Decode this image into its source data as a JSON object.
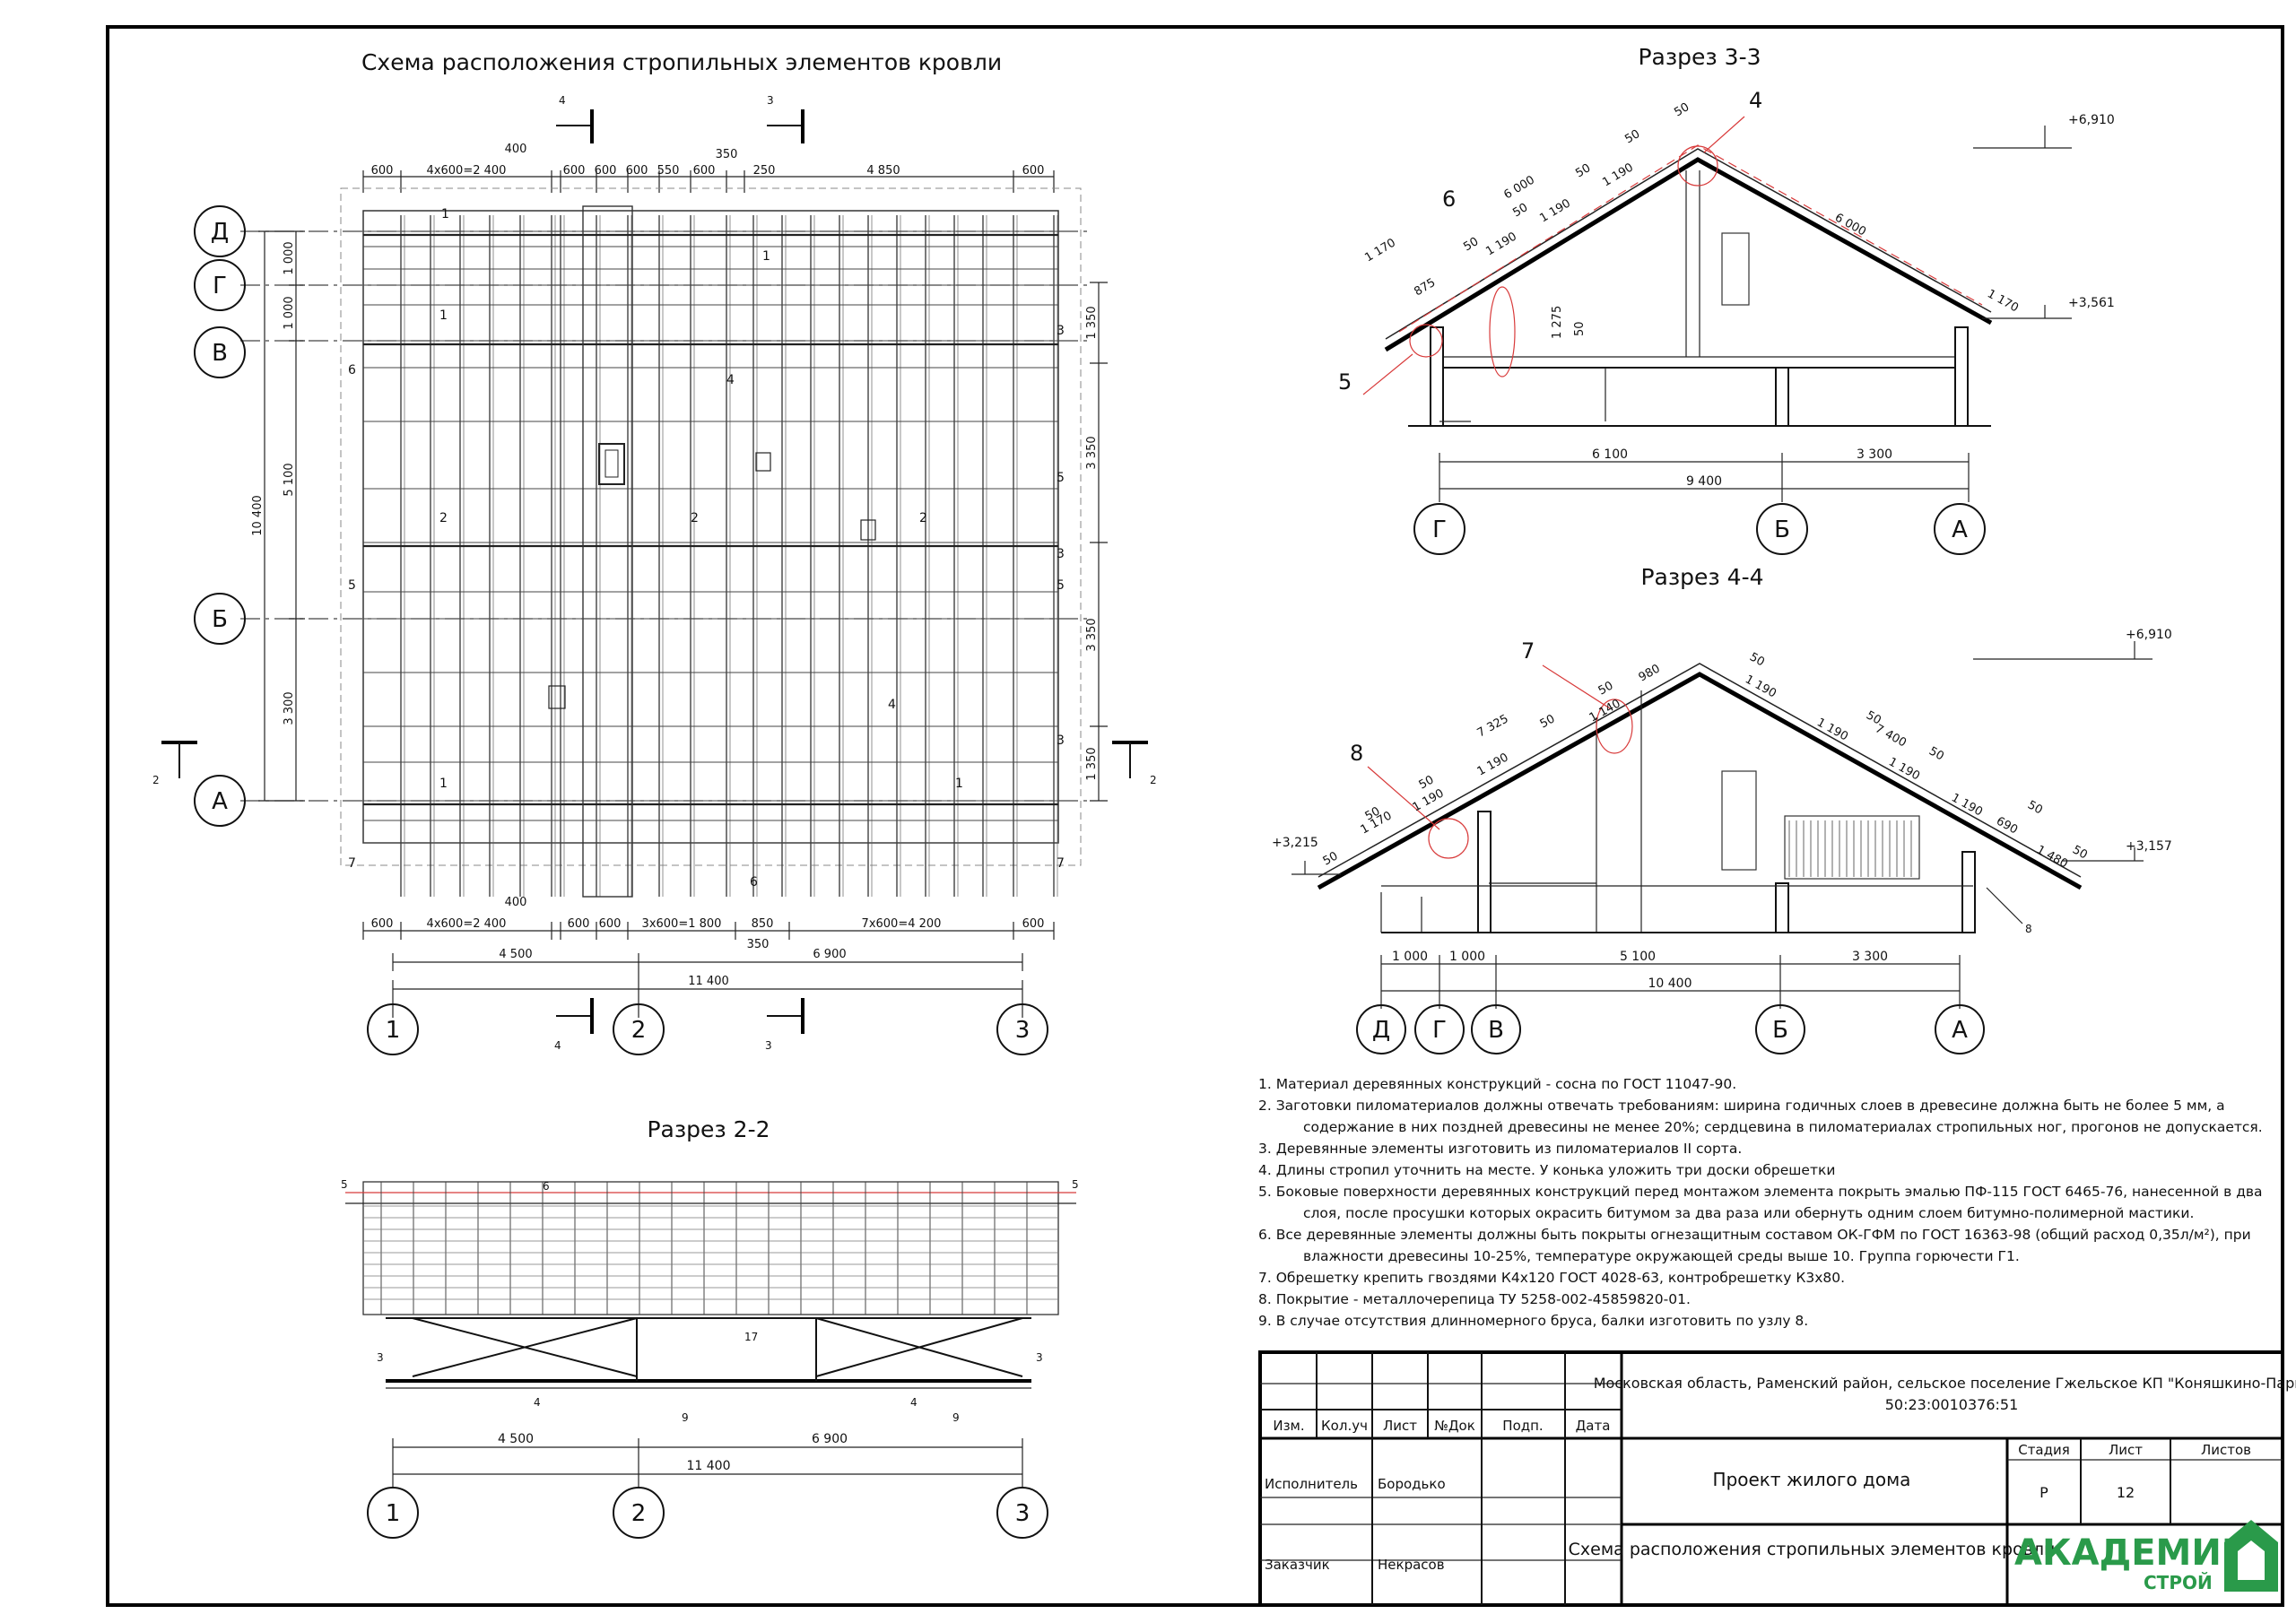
{
  "plan": {
    "title": "Схема расположения стропильных элементов кровли",
    "section_marks": {
      "s4": "4",
      "s3": "3",
      "s2": "2"
    },
    "axes_letters": [
      "Д",
      "Г",
      "В",
      "Б",
      "А"
    ],
    "axes_numbers": [
      "1",
      "2",
      "3"
    ],
    "dims_top": [
      "600",
      "4х600=2 400",
      "400",
      "600",
      "600",
      "600",
      "550",
      "600",
      "350",
      "250",
      "4 850",
      "600"
    ],
    "dims_bottom": [
      "600",
      "4х600=2 400",
      "400",
      "600",
      "600",
      "3х600=1 800",
      "850",
      "350",
      "7х600=4 200",
      "600"
    ],
    "dims_bottom_2": [
      "4 500",
      "6 900"
    ],
    "dims_bottom_total": "11 400",
    "dims_left": [
      "1 000",
      "1 000",
      "5 100",
      "3 300"
    ],
    "dims_left_total": "10 400",
    "dims_right": [
      "1 350",
      "3 350",
      "3 350",
      "1 350"
    ],
    "markers": [
      "1",
      "2",
      "3",
      "4",
      "5",
      "6",
      "7"
    ]
  },
  "section33": {
    "title": "Разрез 3-3",
    "marks": {
      "top": "+6,910",
      "eave": "+3,561"
    },
    "callouts": [
      "4",
      "6",
      "5"
    ],
    "dims_left_slope": [
      "6 000",
      "1 170",
      "875",
      "50",
      "1 190",
      "1 190",
      "1 190",
      "50",
      "50",
      "50",
      "50"
    ],
    "dims_right_slope": [
      "6 000",
      "1 170"
    ],
    "dim_vertical": "1 275",
    "dim_vertical_small": "50",
    "dims_bottom": [
      "6 100",
      "3 300"
    ],
    "dims_total": "9 400",
    "axes": [
      "Г",
      "Б",
      "А"
    ]
  },
  "section44": {
    "title": "Разрез 4-4",
    "marks": {
      "top": "+6,910",
      "left": "+3,215",
      "right": "+3,157"
    },
    "callouts": [
      "7",
      "8"
    ],
    "dims_left_slope": [
      "7 325",
      "1 170",
      "1 190",
      "1 190",
      "1 140",
      "980",
      "50",
      "50",
      "50",
      "50",
      "50"
    ],
    "dims_right_slope": [
      "7 400",
      "1 190",
      "1 190",
      "1 190",
      "1 190",
      "690",
      "1 480",
      "50",
      "50",
      "50",
      "50",
      "50"
    ],
    "dims_bottom": [
      "1 000",
      "1 000",
      "5 100",
      "3 300"
    ],
    "dims_total": "10 400",
    "axes": [
      "Д",
      "Г",
      "В",
      "Б",
      "А"
    ],
    "small_label": "8"
  },
  "section22": {
    "title": "Разрез 2-2",
    "labels": [
      "5",
      "6",
      "5",
      "3",
      "17",
      "3",
      "4",
      "9",
      "4",
      "9"
    ],
    "dims": [
      "4 500",
      "6 900"
    ],
    "dims_total": "11 400",
    "axes": [
      "1",
      "2",
      "3"
    ]
  },
  "notes": [
    "1. Материал деревянных конструкций - сосна по ГОСТ 11047-90.",
    "2. Заготовки пиломатериалов должны отвечать требованиям: ширина годичных слоев в древесине должна быть не более 5 мм, а",
    "содержание в них поздней древесины не менее 20%; сердцевина в пиломатериалах стропильных ног, прогонов не допускается.",
    "3. Деревянные элементы изготовить из пиломатериалов II сорта.",
    "4. Длины стропил уточнить на месте. У конька уложить три доски обрешетки",
    "5. Боковые поверхности деревянных конструкций перед монтажом элемента покрыть эмалью ПФ-115 ГОСТ 6465-76, нанесенной в два",
    "слоя, после просушки которых окрасить битумом за два раза или  обернуть одним слоем битумно-полимерной мастики.",
    "6. Все деревянные элементы должны быть покрыты огнезащитным составом ОК-ГФМ по ГОСТ 16363-98 (общий расход 0,35л/м²), при",
    "влажности древесины 10-25%, температуре окружающей среды выше 10. Группа горючести Г1.",
    "7. Обрешетку крепить гвоздями К4х120 ГОСТ 4028-63, контробрешетку К3х80.",
    "8. Покрытие - металлочерепица ТУ 5258-002-45859820-01.",
    "9. В случае отсутствия длинномерного бруса, балки изготовить по узлу 8."
  ],
  "stamp": {
    "headers": [
      "Изм.",
      "Кол.уч",
      "Лист",
      "№Док",
      "Подп.",
      "Дата"
    ],
    "address": "Московская область, Раменский район, сельское поселение Гжельское КП \"Коняшкино-Парк\"",
    "cadastral": "50:23:0010376:51",
    "project": "Проект жилого дома",
    "sheet_title": "Схема расположения стропильных элементов кровли",
    "stage_label": "Стадия",
    "sheet_label": "Лист",
    "sheets_label": "Листов",
    "stage": "Р",
    "sheet": "12",
    "sheets": "",
    "executor_label": "Исполнитель",
    "executor": "Бородько",
    "customer_label": "Заказчик",
    "customer": "Некрасов",
    "logo_main": "АКАДЕМИК",
    "logo_sub": "СТРОЙ",
    "accent": "#2a9a4a"
  }
}
